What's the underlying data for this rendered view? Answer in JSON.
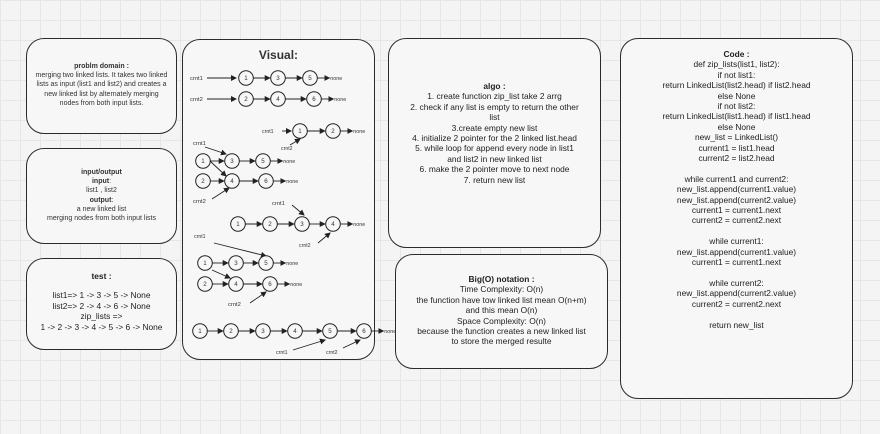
{
  "problem_domain": {
    "title": "problm domain",
    "lines": [
      "merging two linked lists. It takes two linked",
      "lists as input (list1 and list2) and creates a",
      "new linked list by alternately merging",
      "nodes from both input lists."
    ]
  },
  "io": {
    "title": "input/output",
    "input_label": "input",
    "input_value": "list1 , list2",
    "output_label": "output",
    "output_lines": [
      "a new linked list",
      "merging nodes from both input lists"
    ]
  },
  "test": {
    "title": "test",
    "lines": [
      "list1=> 1 -> 3 -> 5 -> None",
      "list2=> 2 -> 4 -> 6 -> None",
      "zip_lists =>",
      "1 -> 2 -> 3 -> 4 -> 5 -> 6 -> None"
    ]
  },
  "visual": {
    "title": "Visual:",
    "labels": {
      "crnt1": "crnt1",
      "crnt2": "crnt2",
      "none": "none"
    }
  },
  "algo": {
    "title": "algo",
    "lines": [
      "1. create function zip_list take 2 arrg",
      "2. check if any list is empty to return the other",
      "list",
      "3.create empty new list",
      "4. initialize 2 pointer for the 2 linked list.head",
      "5. while loop for append every node in list1",
      "and list2 in new linked list",
      "6. make the 2 pointer move to next node",
      "7. return new list"
    ]
  },
  "bigo": {
    "title": "Big(O) notation",
    "lines": [
      "Time Complexity: O(n)",
      "the function have tow linked list mean O(n+m)",
      "and this mean O(n)",
      "Space Complexity: O(n)",
      "because the function creates a new linked list",
      "to store the merged resulte"
    ]
  },
  "code": {
    "title": "Code",
    "lines": [
      "def zip_lists(list1, list2):",
      "if not list1:",
      "return LinkedList(list2.head) if list2.head",
      "else None",
      "if not list2:",
      "return LinkedList(list1.head) if list1.head",
      "else None",
      "new_list = LinkedList()",
      "current1 = list1.head",
      "current2 = list2.head",
      "",
      "while current1 and current2:",
      "new_list.append(current1.value)",
      "new_list.append(current2.value)",
      "current1 = current1.next",
      "current2 = current2.next",
      "",
      "while current1:",
      "new_list.append(current1.value)",
      "current1 = current1.next",
      "",
      "while current2:",
      "new_list.append(current2.value)",
      "current2 = current2.next",
      "",
      "return new_list"
    ]
  }
}
